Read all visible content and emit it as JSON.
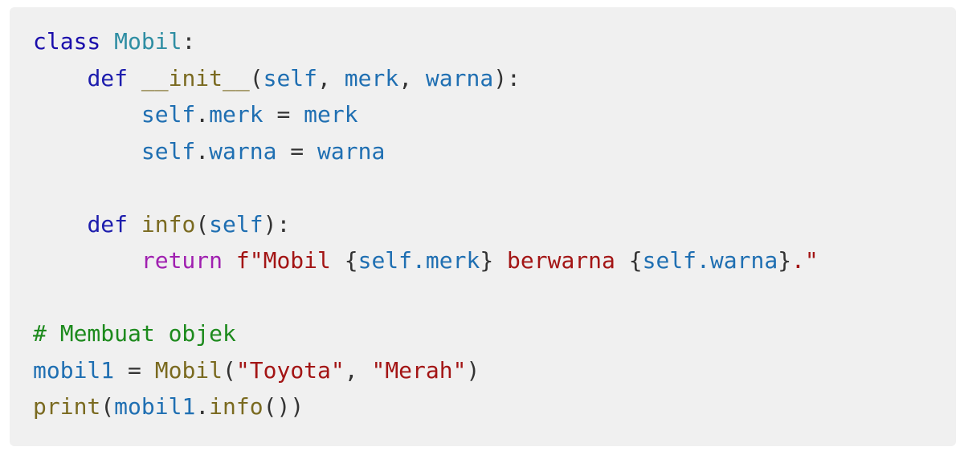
{
  "colors": {
    "background": "#f0f0f0",
    "keyword": "#1a0dab",
    "keyword_def": "#1d1dad",
    "keyword_return": "#a020b0",
    "class_name": "#2f8ea3",
    "function_name": "#7a6a20",
    "variable": "#1f6fb2",
    "plain": "#333333",
    "string": "#a31515",
    "comment": "#1d8a1d"
  },
  "code_lines": [
    {
      "indent": "",
      "tokens": [
        {
          "text": "class",
          "kind": "kw"
        },
        {
          "text": " ",
          "kind": "plain"
        },
        {
          "text": "Mobil",
          "kind": "cls"
        },
        {
          "text": ":",
          "kind": "plain"
        }
      ]
    },
    {
      "indent": "    ",
      "tokens": [
        {
          "text": "def",
          "kind": "kw-def"
        },
        {
          "text": " ",
          "kind": "plain"
        },
        {
          "text": "__init__",
          "kind": "name"
        },
        {
          "text": "(",
          "kind": "plain"
        },
        {
          "text": "self",
          "kind": "var"
        },
        {
          "text": ", ",
          "kind": "plain"
        },
        {
          "text": "merk",
          "kind": "var"
        },
        {
          "text": ", ",
          "kind": "plain"
        },
        {
          "text": "warna",
          "kind": "var"
        },
        {
          "text": "):",
          "kind": "plain"
        }
      ]
    },
    {
      "indent": "        ",
      "tokens": [
        {
          "text": "self",
          "kind": "var"
        },
        {
          "text": ".",
          "kind": "plain"
        },
        {
          "text": "merk",
          "kind": "var"
        },
        {
          "text": " = ",
          "kind": "plain"
        },
        {
          "text": "merk",
          "kind": "var"
        }
      ]
    },
    {
      "indent": "        ",
      "tokens": [
        {
          "text": "self",
          "kind": "var"
        },
        {
          "text": ".",
          "kind": "plain"
        },
        {
          "text": "warna",
          "kind": "var"
        },
        {
          "text": " = ",
          "kind": "plain"
        },
        {
          "text": "warna",
          "kind": "var"
        }
      ]
    },
    {
      "indent": "",
      "tokens": []
    },
    {
      "indent": "    ",
      "tokens": [
        {
          "text": "def",
          "kind": "kw-def"
        },
        {
          "text": " ",
          "kind": "plain"
        },
        {
          "text": "info",
          "kind": "name"
        },
        {
          "text": "(",
          "kind": "plain"
        },
        {
          "text": "self",
          "kind": "var"
        },
        {
          "text": "):",
          "kind": "plain"
        }
      ]
    },
    {
      "indent": "        ",
      "tokens": [
        {
          "text": "return",
          "kind": "kw-ret"
        },
        {
          "text": " ",
          "kind": "plain"
        },
        {
          "text": "f\"Mobil ",
          "kind": "str"
        },
        {
          "text": "{",
          "kind": "plain"
        },
        {
          "text": "self.merk",
          "kind": "var"
        },
        {
          "text": "}",
          "kind": "plain"
        },
        {
          "text": " berwarna ",
          "kind": "str"
        },
        {
          "text": "{",
          "kind": "plain"
        },
        {
          "text": "self.warna",
          "kind": "var"
        },
        {
          "text": "}",
          "kind": "plain"
        },
        {
          "text": ".\"",
          "kind": "str"
        }
      ]
    },
    {
      "indent": "",
      "tokens": []
    },
    {
      "indent": "",
      "tokens": [
        {
          "text": "# Membuat objek",
          "kind": "comment"
        }
      ]
    },
    {
      "indent": "",
      "tokens": [
        {
          "text": "mobil1",
          "kind": "var"
        },
        {
          "text": " = ",
          "kind": "plain"
        },
        {
          "text": "Mobil",
          "kind": "name"
        },
        {
          "text": "(",
          "kind": "plain"
        },
        {
          "text": "\"Toyota\"",
          "kind": "str"
        },
        {
          "text": ", ",
          "kind": "plain"
        },
        {
          "text": "\"Merah\"",
          "kind": "str"
        },
        {
          "text": ")",
          "kind": "plain"
        }
      ]
    },
    {
      "indent": "",
      "tokens": [
        {
          "text": "print",
          "kind": "name"
        },
        {
          "text": "(",
          "kind": "plain"
        },
        {
          "text": "mobil1",
          "kind": "var"
        },
        {
          "text": ".",
          "kind": "plain"
        },
        {
          "text": "info",
          "kind": "name"
        },
        {
          "text": "())",
          "kind": "plain"
        }
      ]
    }
  ]
}
